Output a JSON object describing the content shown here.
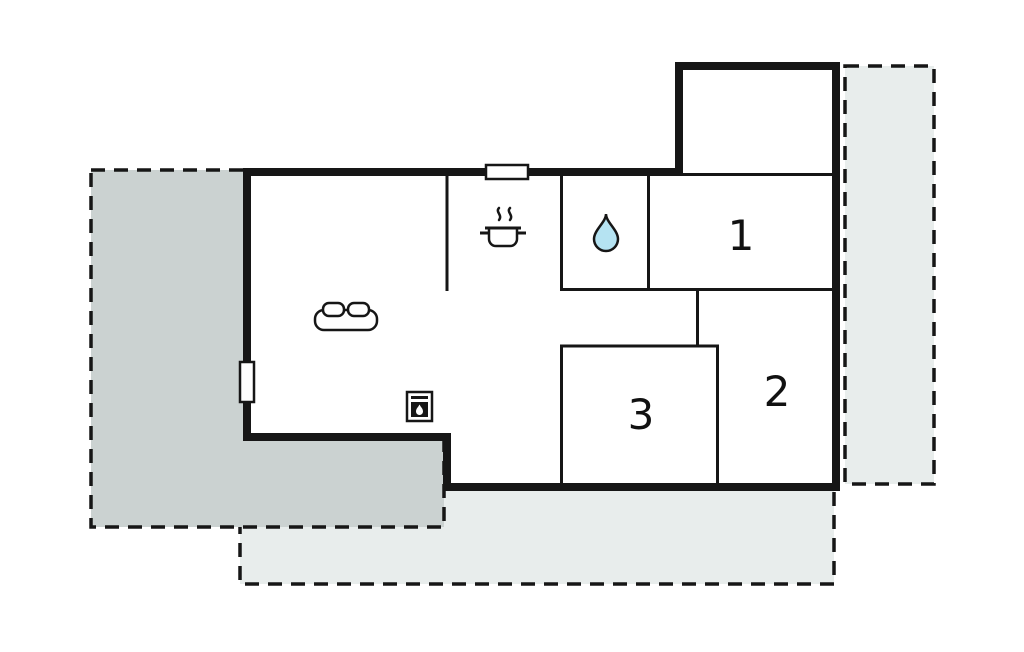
{
  "plan": {
    "type": "floor-plan",
    "rooms": [
      {
        "id": "room-1",
        "label": "1"
      },
      {
        "id": "room-2",
        "label": "2"
      },
      {
        "id": "room-3",
        "label": "3"
      }
    ],
    "icons": {
      "sofa": "sofa-icon",
      "stove": "stove-pot-icon",
      "water": "water-drop-icon",
      "fireplace": "fireplace-icon"
    },
    "colors": {
      "wall": "#161616",
      "terrace_dark": "#cbd2d1",
      "terrace_light": "#e8edec",
      "water_drop": "#b5e3f2",
      "background": "#ffffff"
    }
  }
}
